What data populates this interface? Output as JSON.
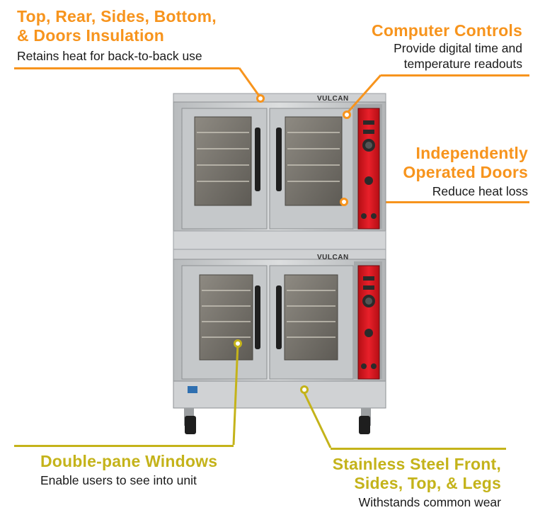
{
  "colors": {
    "orange": "#f7941d",
    "olive": "#c4b31a",
    "steel": "#c9ccce",
    "panel_red": "#d8161d"
  },
  "features": [
    {
      "id": "insulation",
      "title_lines": [
        "Top, Rear, Sides, Bottom,",
        "& Doors Insulation"
      ],
      "description_lines": [
        "Retains heat for back-to-back use"
      ]
    },
    {
      "id": "controls",
      "title_lines": [
        "Computer Controls"
      ],
      "description_lines": [
        "Provide digital time and",
        "temperature readouts"
      ]
    },
    {
      "id": "doors",
      "title_lines": [
        "Independently",
        "Operated Doors"
      ],
      "description_lines": [
        "Reduce heat loss"
      ]
    },
    {
      "id": "windows",
      "title_lines": [
        "Double-pane Windows"
      ],
      "description_lines": [
        "Enable users to see into unit"
      ]
    },
    {
      "id": "stainless",
      "title_lines": [
        "Stainless Steel Front,",
        "Sides, Top, & Legs"
      ],
      "description_lines": [
        "Withstands common wear"
      ]
    }
  ],
  "product": {
    "brand": "VULCAN"
  }
}
